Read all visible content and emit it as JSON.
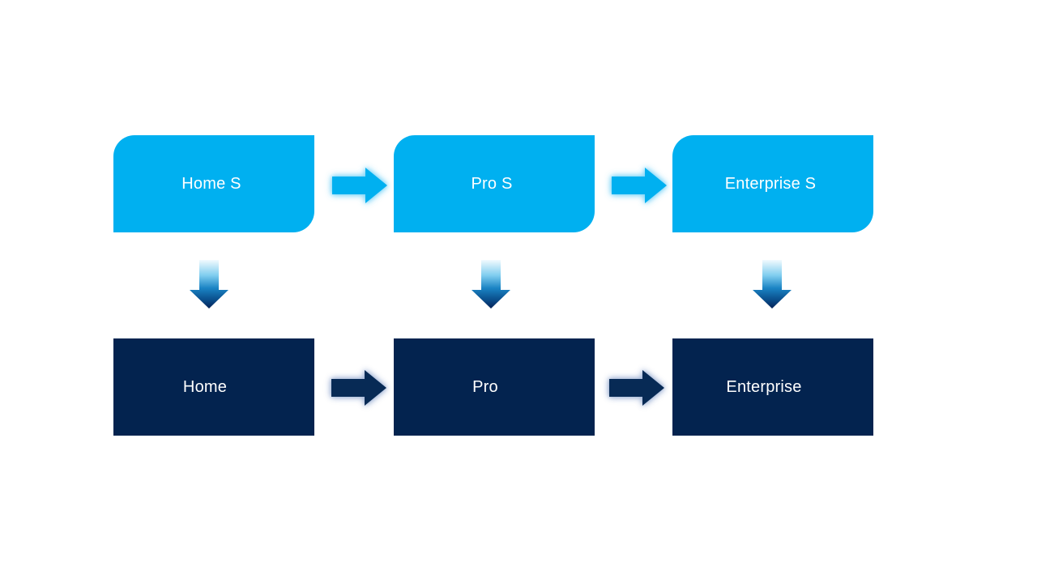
{
  "slide": {
    "background": "#FFFFFF"
  },
  "diagram": {
    "kind": "process-flow",
    "columns": [
      {
        "top_label": "Home S",
        "bottom_label": "Home"
      },
      {
        "top_label": "Pro S",
        "bottom_label": "Pro"
      },
      {
        "top_label": "Enterprise S",
        "bottom_label": "Enterprise"
      }
    ],
    "edges": [
      {
        "from": "Home S",
        "to": "Pro S",
        "type": "right-arrow"
      },
      {
        "from": "Pro S",
        "to": "Enterprise S",
        "type": "right-arrow"
      },
      {
        "from": "Home",
        "to": "Pro",
        "type": "right-arrow"
      },
      {
        "from": "Pro",
        "to": "Enterprise",
        "type": "right-arrow"
      },
      {
        "from": "Home S",
        "to": "Home",
        "type": "down-arrow"
      },
      {
        "from": "Pro S",
        "to": "Pro",
        "type": "down-arrow"
      },
      {
        "from": "Enterprise S",
        "to": "Enterprise",
        "type": "down-arrow"
      }
    ],
    "colors": {
      "top_box_fill": "#00B0F0",
      "bottom_box_fill": "#03234F",
      "label_text": "#FFFFFF",
      "top_arrow_fill": "#00B0F0",
      "top_arrow_glow": "#7DD5F8",
      "bottom_arrow_fill": "#072A55",
      "bottom_arrow_glow": "#A0B3D6",
      "down_arrow_gradient": [
        "#F2FAFE",
        "#7FCDEF",
        "#1B84C4",
        "#0A4E8C",
        "#052257"
      ]
    }
  }
}
